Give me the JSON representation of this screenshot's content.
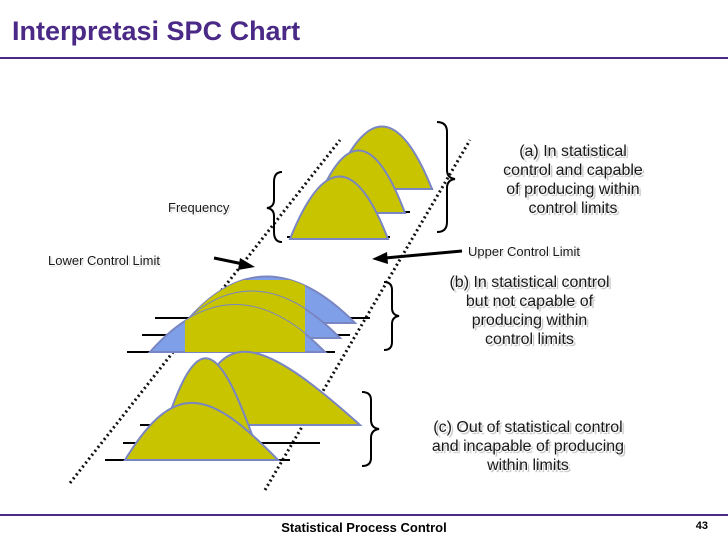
{
  "slide": {
    "title": "Interpretasi SPC Chart",
    "footer": "Statistical Process Control",
    "page_number": "43"
  },
  "labels": {
    "frequency": "Frequency",
    "lower_control_limit": "Lower Control Limit",
    "upper_control_limit": "Upper Control Limit",
    "case_a": "(a) In statistical\ncontrol and capable\nof producing within\ncontrol limits",
    "case_b": "(b) In statistical control\nbut not capable of\nproducing within\ncontrol limits",
    "case_c": "(c) Out of statistical control\nand incapable of producing\nwithin limits"
  },
  "colors": {
    "title": "#4b2a87",
    "curve_fill_in_limits": "#c8c400",
    "curve_fill_out_of_limits": "#7f9fe8",
    "curve_outline": "#7a86c2"
  }
}
